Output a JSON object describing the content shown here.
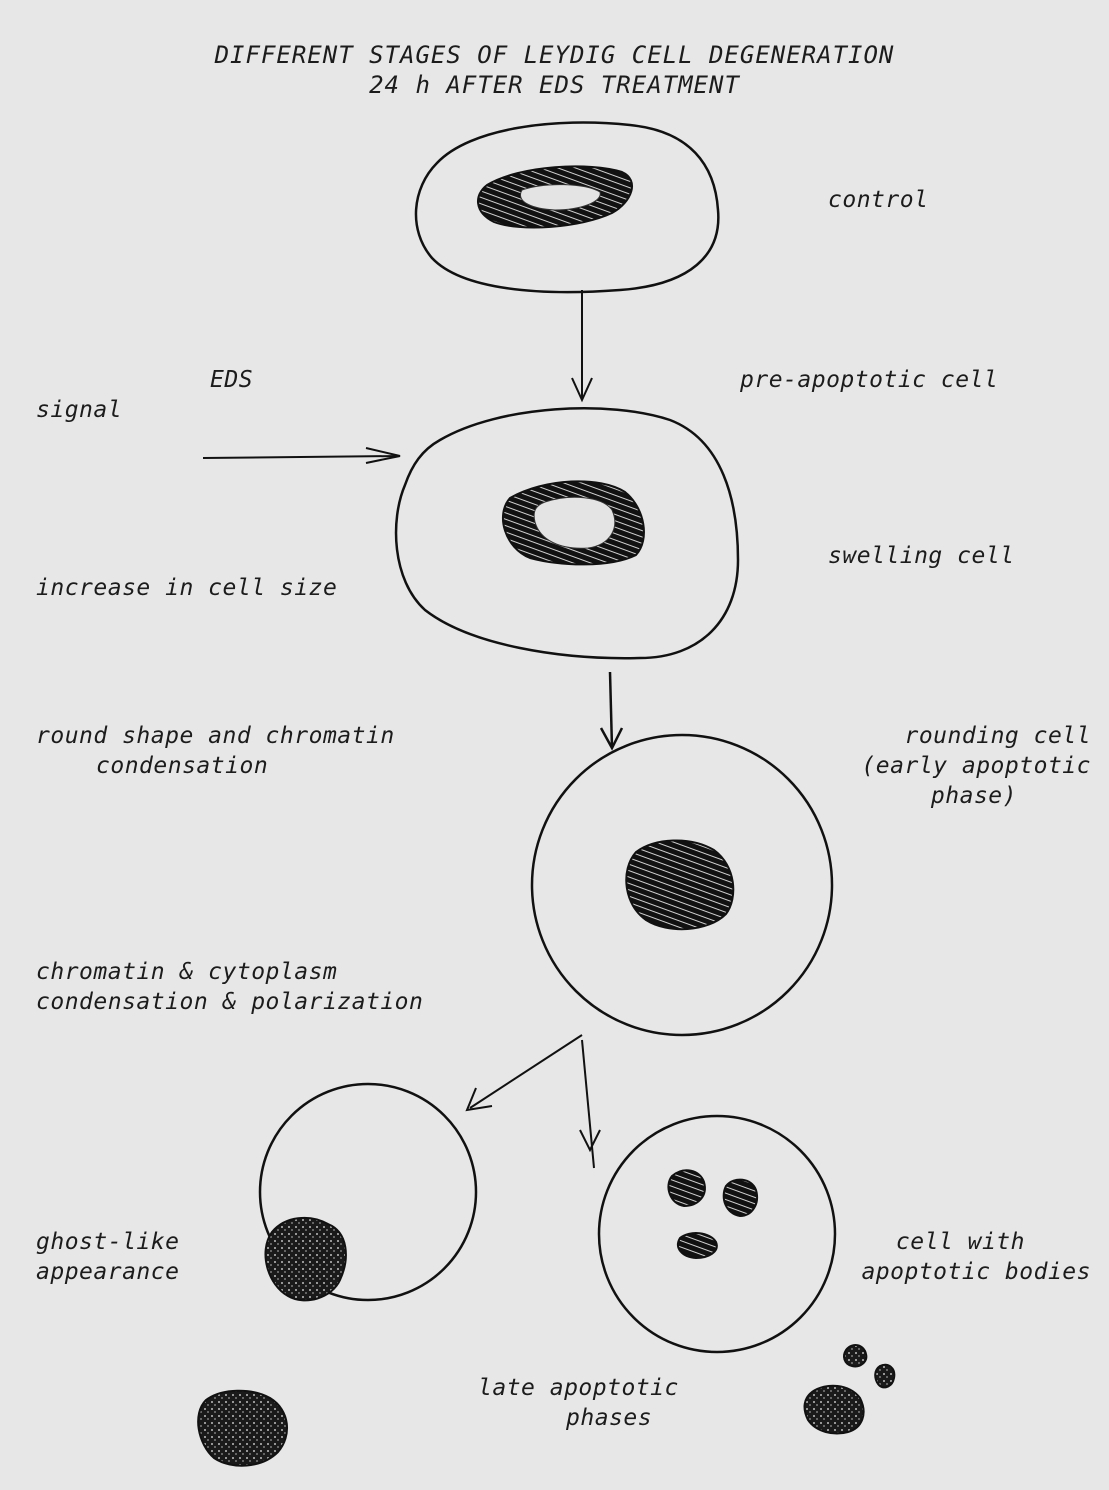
{
  "title": {
    "line1": "DIFFERENT STAGES OF LEYDIG CELL DEGENERATION",
    "line2": "24 h AFTER EDS TREATMENT"
  },
  "labels": {
    "control": "control",
    "eds": "EDS",
    "signal": "signal",
    "pre_apoptotic": "pre-apoptotic cell",
    "swelling": "swelling cell",
    "increase_size": "increase in cell size",
    "round_shape_1": "round shape and chromatin",
    "round_shape_2": "condensation",
    "rounding_1": "rounding cell",
    "rounding_2": "(early apoptotic",
    "rounding_3": "phase)",
    "condensation_1": "chromatin & cytoplasm",
    "condensation_2": "condensation & polarization",
    "ghost_1": "ghost-like",
    "ghost_2": "appearance",
    "bodies_1": "cell with",
    "bodies_2": "apoptotic bodies",
    "late_1": "late apoptotic",
    "late_2": "phases"
  }
}
